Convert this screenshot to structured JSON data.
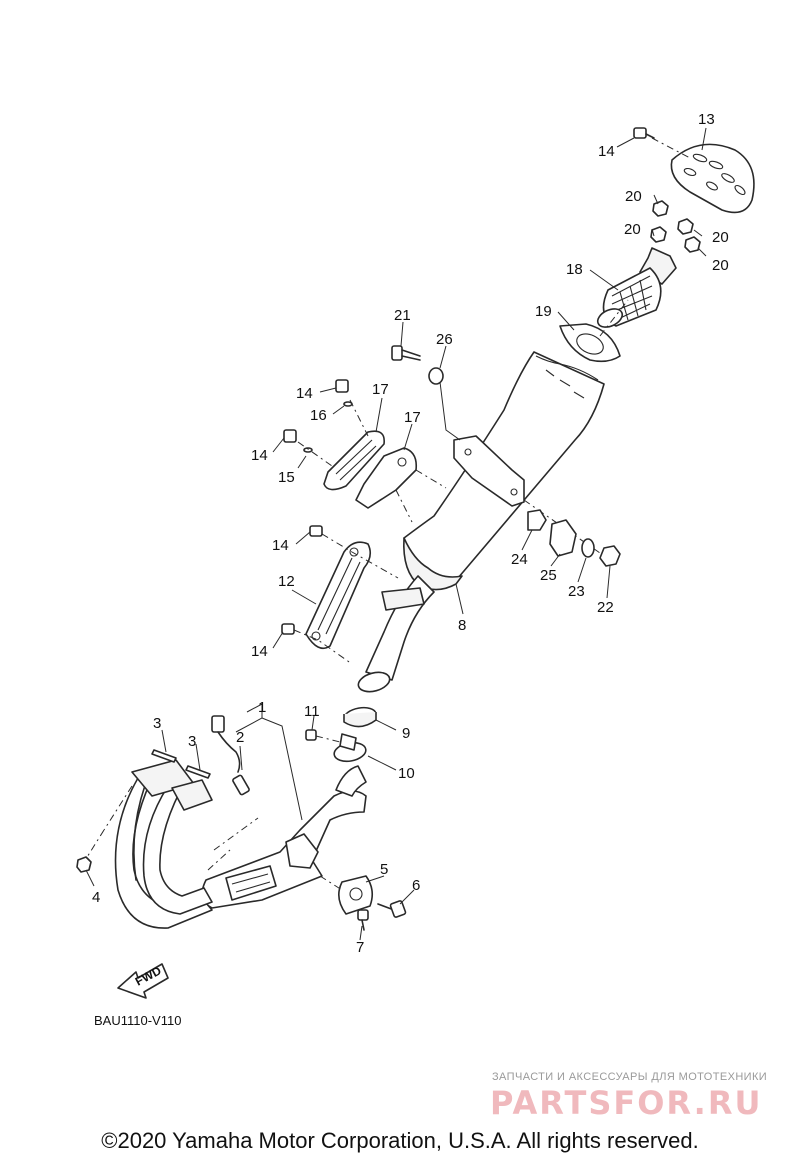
{
  "diagram": {
    "drawing_code": "BAU1110-V110",
    "direction_label": "FWD",
    "callouts": [
      "1",
      "2",
      "3",
      "3",
      "4",
      "5",
      "6",
      "7",
      "8",
      "9",
      "10",
      "11",
      "12",
      "13",
      "14",
      "14",
      "14",
      "14",
      "14",
      "15",
      "16",
      "17",
      "17",
      "18",
      "19",
      "20",
      "20",
      "20",
      "20",
      "21",
      "22",
      "23",
      "24",
      "25",
      "26"
    ]
  },
  "watermark": {
    "tagline": "ЗАПЧАСТИ И АКСЕССУАРЫ ДЛЯ МОТОТЕХНИКИ",
    "brand": "PARTSFOR.RU",
    "brand_color": "#f0b9bd"
  },
  "footer": {
    "copyright": "©2020 Yamaha Motor Corporation, U.S.A. All rights reserved."
  }
}
